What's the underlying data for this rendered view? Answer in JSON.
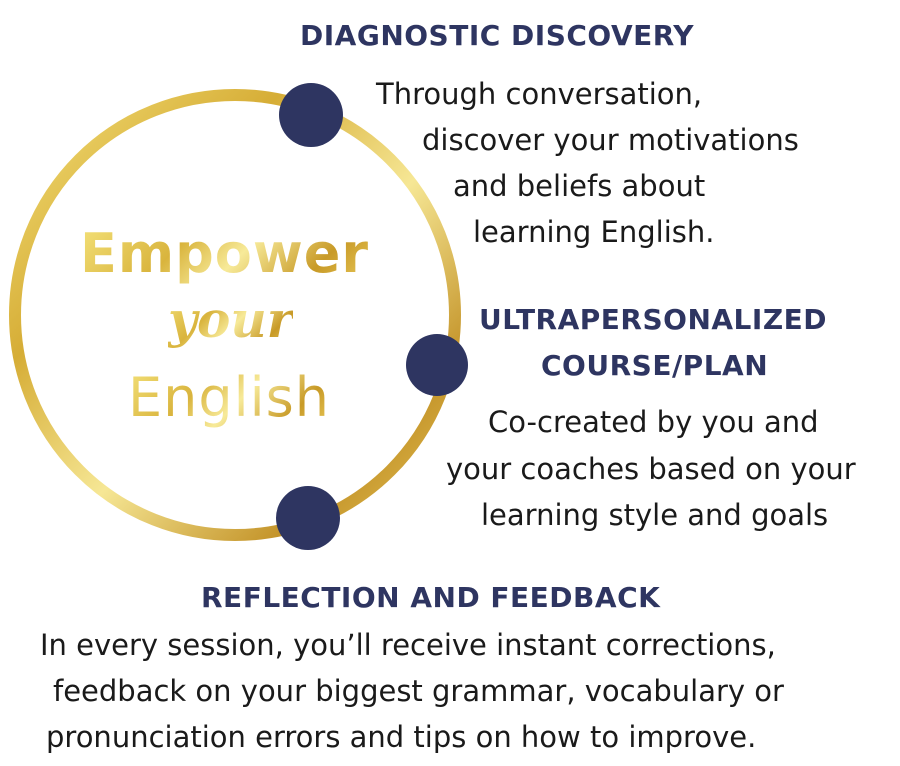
{
  "logo": {
    "line1": "Empower",
    "line2": "your",
    "line3": "English"
  },
  "steps": [
    {
      "heading_lines": [
        "DIAGNOSTIC DISCOVERY"
      ],
      "body_lines": [
        "Through conversation,",
        "discover your motivations",
        "and beliefs about",
        "learning English."
      ]
    },
    {
      "heading_lines": [
        "ULTRAPERSONALIZED",
        "COURSE/PLAN"
      ],
      "body_lines": [
        "Co-created by you and",
        "your coaches based on your",
        "learning style and goals"
      ]
    },
    {
      "heading_lines": [
        "REFLECTION AND FEEDBACK"
      ],
      "body_lines": [
        "In every session, you’ll receive instant corrections,",
        "feedback on your biggest grammar, vocabulary or",
        "pronunciation errors and tips on how to improve."
      ]
    }
  ],
  "colors": {
    "dot": "#2e3561",
    "heading": "#2e3561",
    "gold": "#d9b43d"
  }
}
